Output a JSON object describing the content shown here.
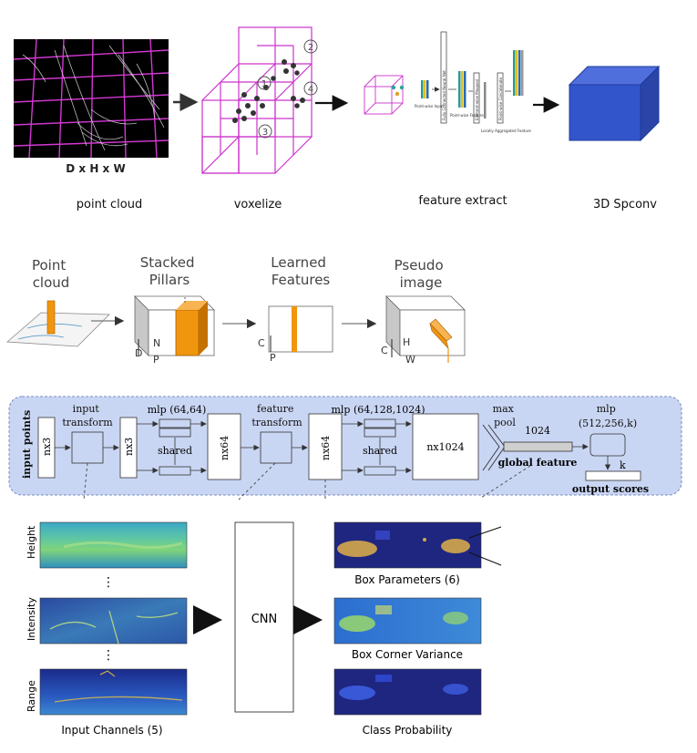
{
  "row1": {
    "dims_label": "D x H x W",
    "point_cloud": "point cloud",
    "voxelize": "voxelize",
    "feature_extract": "feature extract",
    "spconv": "3D Spconv",
    "voxel_numbers": [
      "1",
      "2",
      "3",
      "4"
    ],
    "fe_labels": {
      "fcn": "Fully Connected Neural Net",
      "input": "Point-wise Input",
      "pw_feature": "Point-wise Feature",
      "maxpool": "Element-wise Maxpool",
      "agg": "Locally Aggregated Feature",
      "concat": "Point-wise Concatenate"
    },
    "colors": {
      "voxel": "#cc33cc",
      "cube_front": "#3355cc",
      "cube_top": "#4f6fdd",
      "cube_side": "#2a44a8"
    }
  },
  "row2": {
    "point_cloud": [
      "Point",
      "cloud"
    ],
    "stacked_pillars": [
      "Stacked",
      "Pillars"
    ],
    "learned_features": [
      "Learned",
      "Features"
    ],
    "pseudo_image": [
      "Pseudo",
      "image"
    ],
    "axis_labels": {
      "d": "D",
      "n": "N",
      "p": "P",
      "c": "C",
      "h": "H",
      "w": "W"
    },
    "colors": {
      "pillar": "#f0960e",
      "box_side": "#c8c8c8"
    }
  },
  "pointnet": {
    "input_points": "input points",
    "input_transform": [
      "input",
      "transform"
    ],
    "nx3_a": "nx3",
    "nx3_b": "nx3",
    "mlp1": "mlp (64,64)",
    "shared1": "shared",
    "nx64_a": "nx64",
    "feature_transform": [
      "feature",
      "transform"
    ],
    "nx64_b": "nx64",
    "mlp2": "mlp (64,128,1024)",
    "shared2": "shared",
    "nx1024": "nx1024",
    "max_pool": [
      "max",
      "pool"
    ],
    "n1024": "1024",
    "global_feature": "global feature",
    "mlp3": [
      "mlp",
      "(512,256,k)"
    ],
    "k": "k",
    "output_scores": "output scores",
    "colors": {
      "panel": "#c9d6f3",
      "panel_border": "#7a8cc4",
      "bar": "#cfcfcf"
    }
  },
  "bottom": {
    "height": "Height",
    "intensity": "Intensity",
    "range": "Range",
    "dots": "⋮",
    "input_channels": "Input Channels (5)",
    "cnn": "CNN",
    "box_parameters": "Box Parameters (6)",
    "box_corner_variance": "Box Corner Variance",
    "class_probability": "Class Probability"
  }
}
